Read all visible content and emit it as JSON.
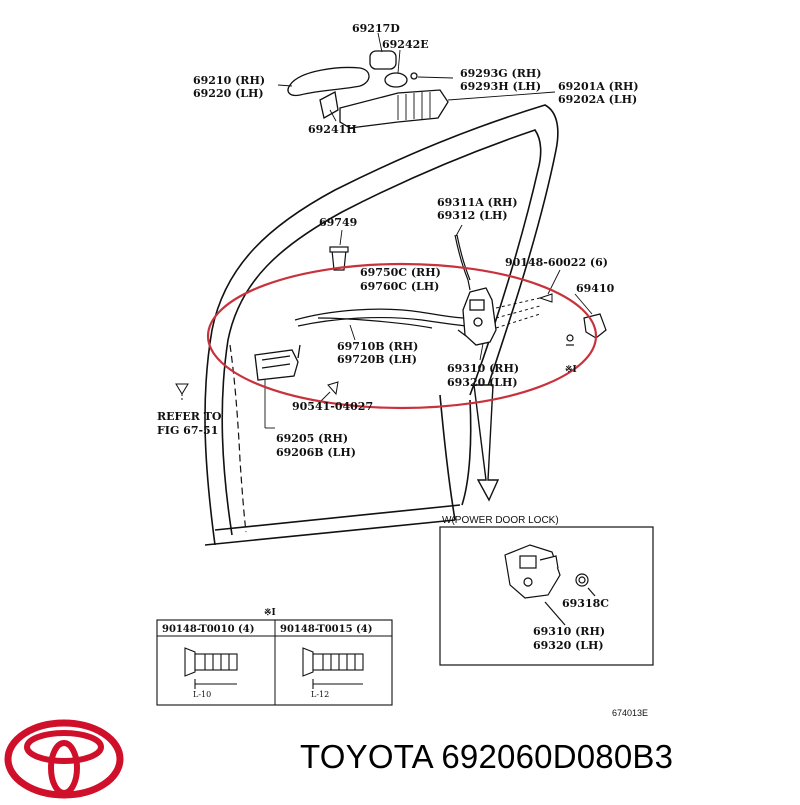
{
  "labels": {
    "p69217d": "69217D",
    "p69242e": "69242E",
    "p69210": "69210 (RH)",
    "p69220": "69220 (LH)",
    "p69293g": "69293G (RH)",
    "p69293h": "69293H (LH)",
    "p69201a": "69201A (RH)",
    "p69202a": "69202A (LH)",
    "p69241h": "69241H",
    "p69311a": "69311A (RH)",
    "p69312": "69312 (LH)",
    "p69749": "69749",
    "p90148_60022": "90148-60022 (6)",
    "p69750c": "69750C (RH)",
    "p69760c": "69760C (LH)",
    "p69410": "69410",
    "p69710b": "69710B (RH)",
    "p69720b": "69720B (LH)",
    "p69310": "69310 (RH)",
    "p69320": "69320 (LH)",
    "mark_star": "※I",
    "refer1": "REFER TO",
    "refer2": "FIG 67-51",
    "p90541": "90541-04027",
    "p69205": "69205 (RH)",
    "p69206b": "69206B (LH)",
    "inset_title": "W(POWER DOOR LOCK)",
    "inset_69318c": "69318C",
    "inset_69310": "69310 (RH)",
    "inset_69320": "69320 (LH)",
    "bolt_table_mark": "※I",
    "bolt1_header": "90148-T0010 (4)",
    "bolt2_header": "90148-T0015 (4)",
    "bolt1_len": "L-10",
    "bolt2_len": "L-12",
    "fig_code": "674013E"
  },
  "brand": {
    "text": "TOYOTA 692060D080B3",
    "logo_color": "#d0102a"
  },
  "colors": {
    "highlight_ellipse": "#c8323c",
    "line": "#111111"
  }
}
